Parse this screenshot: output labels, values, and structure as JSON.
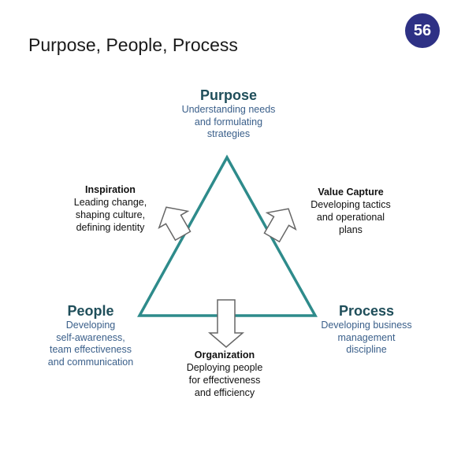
{
  "slide": {
    "title": "Purpose, People, Process",
    "number": "56"
  },
  "colors": {
    "triangle": "#2e8b8b",
    "badge": "#2e3185",
    "node_heading": "#1f4e5a",
    "node_text": "#3a5f8a",
    "arrow_fill": "#ffffff",
    "arrow_stroke": "#666666"
  },
  "nodes": {
    "purpose": {
      "heading": "Purpose",
      "lines": [
        "Understanding needs",
        "and formulating",
        "strategies"
      ]
    },
    "people": {
      "heading": "People",
      "lines": [
        "Developing",
        "self-awareness,",
        "team effectiveness",
        "and communication"
      ]
    },
    "process": {
      "heading": "Process",
      "lines": [
        "Developing business",
        "management",
        "discipline"
      ]
    }
  },
  "edges": {
    "inspiration": {
      "heading": "Inspiration",
      "lines": [
        "Leading change,",
        "shaping culture,",
        "defining identity"
      ]
    },
    "value_capture": {
      "heading": "Value Capture",
      "lines": [
        "Developing tactics",
        "and operational",
        "plans"
      ]
    },
    "organization": {
      "heading": "Organization",
      "lines": [
        "Deploying people",
        "for effectiveness",
        "and efficiency"
      ]
    }
  },
  "icons": {
    "arrow_inspiration": "arrow-up-left-icon",
    "arrow_value_capture": "arrow-up-right-icon",
    "arrow_organization": "arrow-down-icon"
  }
}
